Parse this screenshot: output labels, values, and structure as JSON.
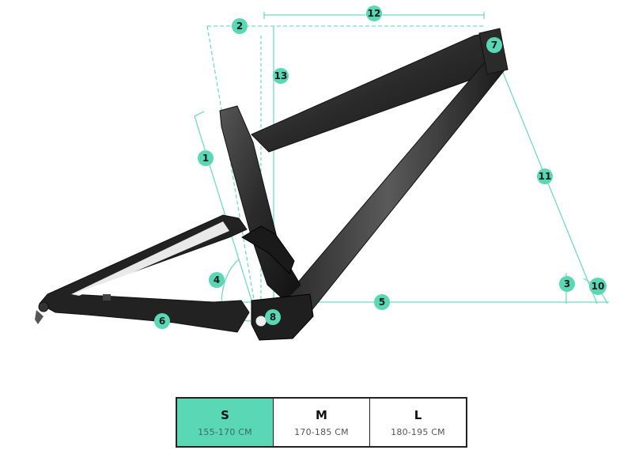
{
  "colors": {
    "accent": "#5ad8b6",
    "line": "#6fdcc0",
    "frame_dark": "#1c1c1c",
    "frame_light": "#4a4a4a"
  },
  "geometry_labels": [
    "1",
    "2",
    "3",
    "4",
    "5",
    "6",
    "7",
    "8",
    "10",
    "11",
    "12",
    "13"
  ],
  "sizes": [
    {
      "code": "S",
      "range": "155-170 CM",
      "selected": true
    },
    {
      "code": "M",
      "range": "170-185 CM",
      "selected": false
    },
    {
      "code": "L",
      "range": "180-195 CM",
      "selected": false
    }
  ]
}
